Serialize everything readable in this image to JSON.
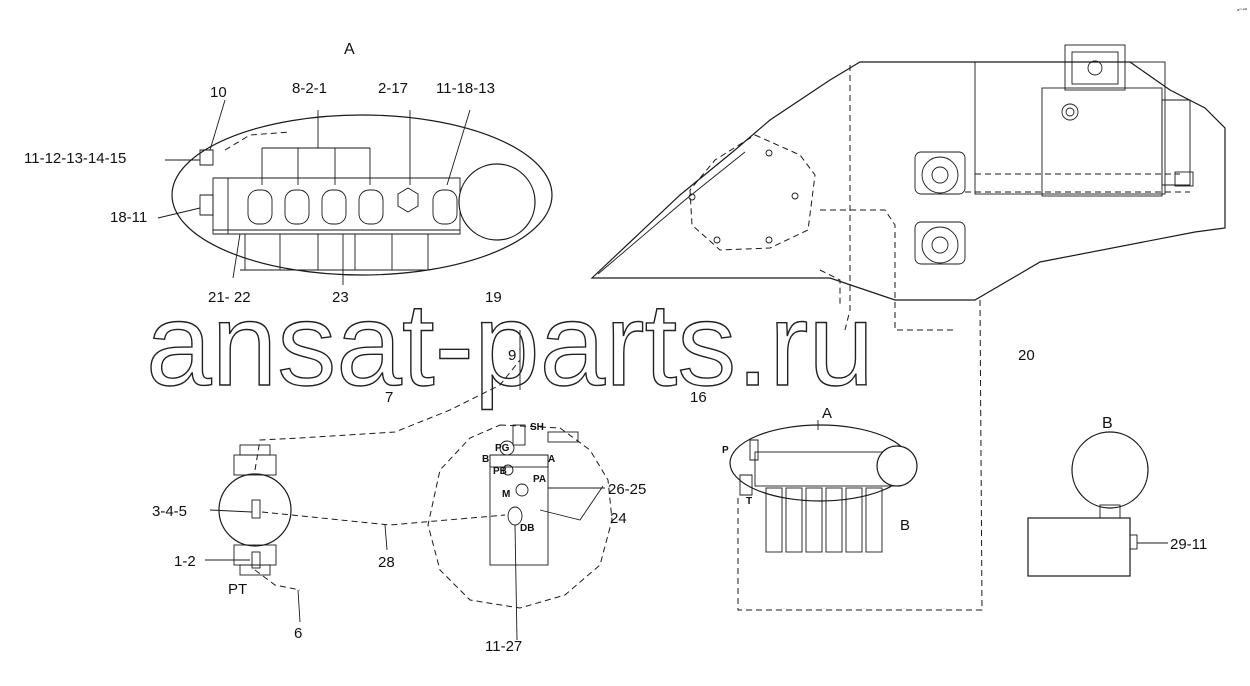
{
  "watermark": "ansat-parts.ru",
  "corner_mark": "aᵐ ᵃᵈᵈ",
  "labels": {
    "view_a_title": "A",
    "l_10": "10",
    "l_8_2_1": "8-2-1",
    "l_2_17": "2-17",
    "l_11_18_13": "11-18-13",
    "l_11_12_13_14_15": "11-12-13-14-15",
    "l_18_11": "18-11",
    "l_21_22": "21- 22",
    "l_23": "23",
    "l_19": "19",
    "l_9": "9",
    "l_7": "7",
    "l_16": "16",
    "l_20": "20",
    "l_3_4_5": "3-4-5",
    "l_1_2": "1-2",
    "l_pt": "PT",
    "l_6": "6",
    "l_28": "28",
    "l_11_27": "11-27",
    "l_26_25": "26-25",
    "l_24": "24",
    "l_29_11": "29-11",
    "port_sh": "SH",
    "port_pg": "PG",
    "port_b": "B",
    "port_a": "A",
    "port_pb": "PB",
    "port_pa": "PA",
    "port_m": "M",
    "port_db": "DB",
    "valve_a": "A",
    "valve_p": "P",
    "valve_t": "T",
    "valve_b": "B",
    "view_b_title": "B"
  }
}
